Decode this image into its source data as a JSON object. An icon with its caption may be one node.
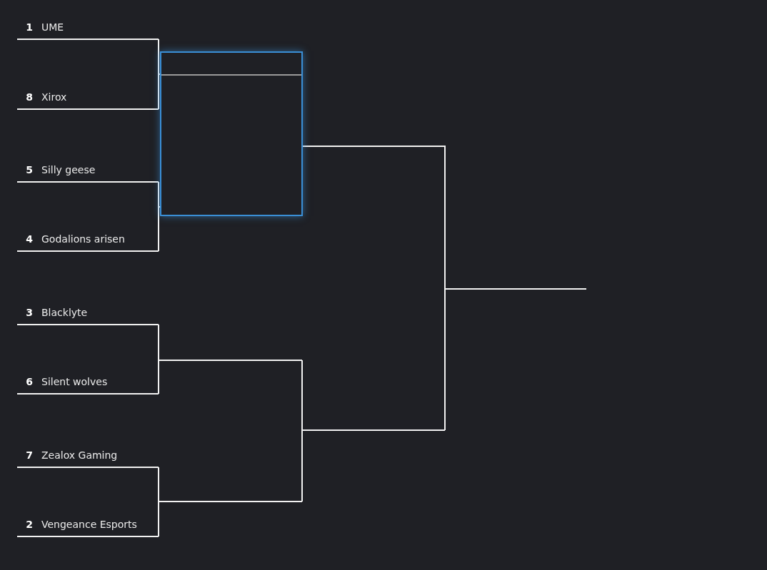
{
  "diagram": {
    "nodes": [
      {
        "text": [
          "1",
          "UME"
        ]
      },
      {
        "text": [
          "8",
          "Xirox"
        ]
      },
      {
        "text": [
          "5",
          "Silly geese"
        ]
      },
      {
        "text": [
          "4",
          "Godalions arisen"
        ]
      },
      {
        "text": [
          "3",
          "Blacklyte"
        ]
      },
      {
        "text": [
          "6",
          "Silent wolves"
        ]
      },
      {
        "text": [
          "7",
          "Zealox Gaming"
        ]
      },
      {
        "text": [
          "2",
          "Vengeance Esports"
        ]
      },
      {
        "text": [],
        "shape": "box"
      },
      {
        "text": [],
        "shape": "bar"
      },
      {
        "text": [],
        "shape": "bar"
      },
      {
        "text": [],
        "shape": "bar"
      },
      {
        "text": [],
        "shape": "bar"
      }
    ],
    "edges": [
      {
        "from": 0,
        "to": 8,
        "arrow": "none"
      },
      {
        "from": 1,
        "to": 8,
        "arrow": "none"
      },
      {
        "from": 2,
        "to": 8,
        "arrow": "none"
      },
      {
        "from": 3,
        "to": 8,
        "arrow": "none"
      },
      {
        "from": 4,
        "to": 9,
        "arrow": "none"
      },
      {
        "from": 5,
        "to": 9,
        "arrow": "none"
      },
      {
        "from": 6,
        "to": 10,
        "arrow": "none"
      },
      {
        "from": 7,
        "to": 10,
        "arrow": "none"
      },
      {
        "from": 9,
        "to": 11,
        "arrow": "none"
      },
      {
        "from": 10,
        "to": 11,
        "arrow": "none"
      },
      {
        "from": 8,
        "to": 12,
        "arrow": "none"
      },
      {
        "from": 11,
        "to": 12,
        "arrow": "none"
      }
    ]
  }
}
